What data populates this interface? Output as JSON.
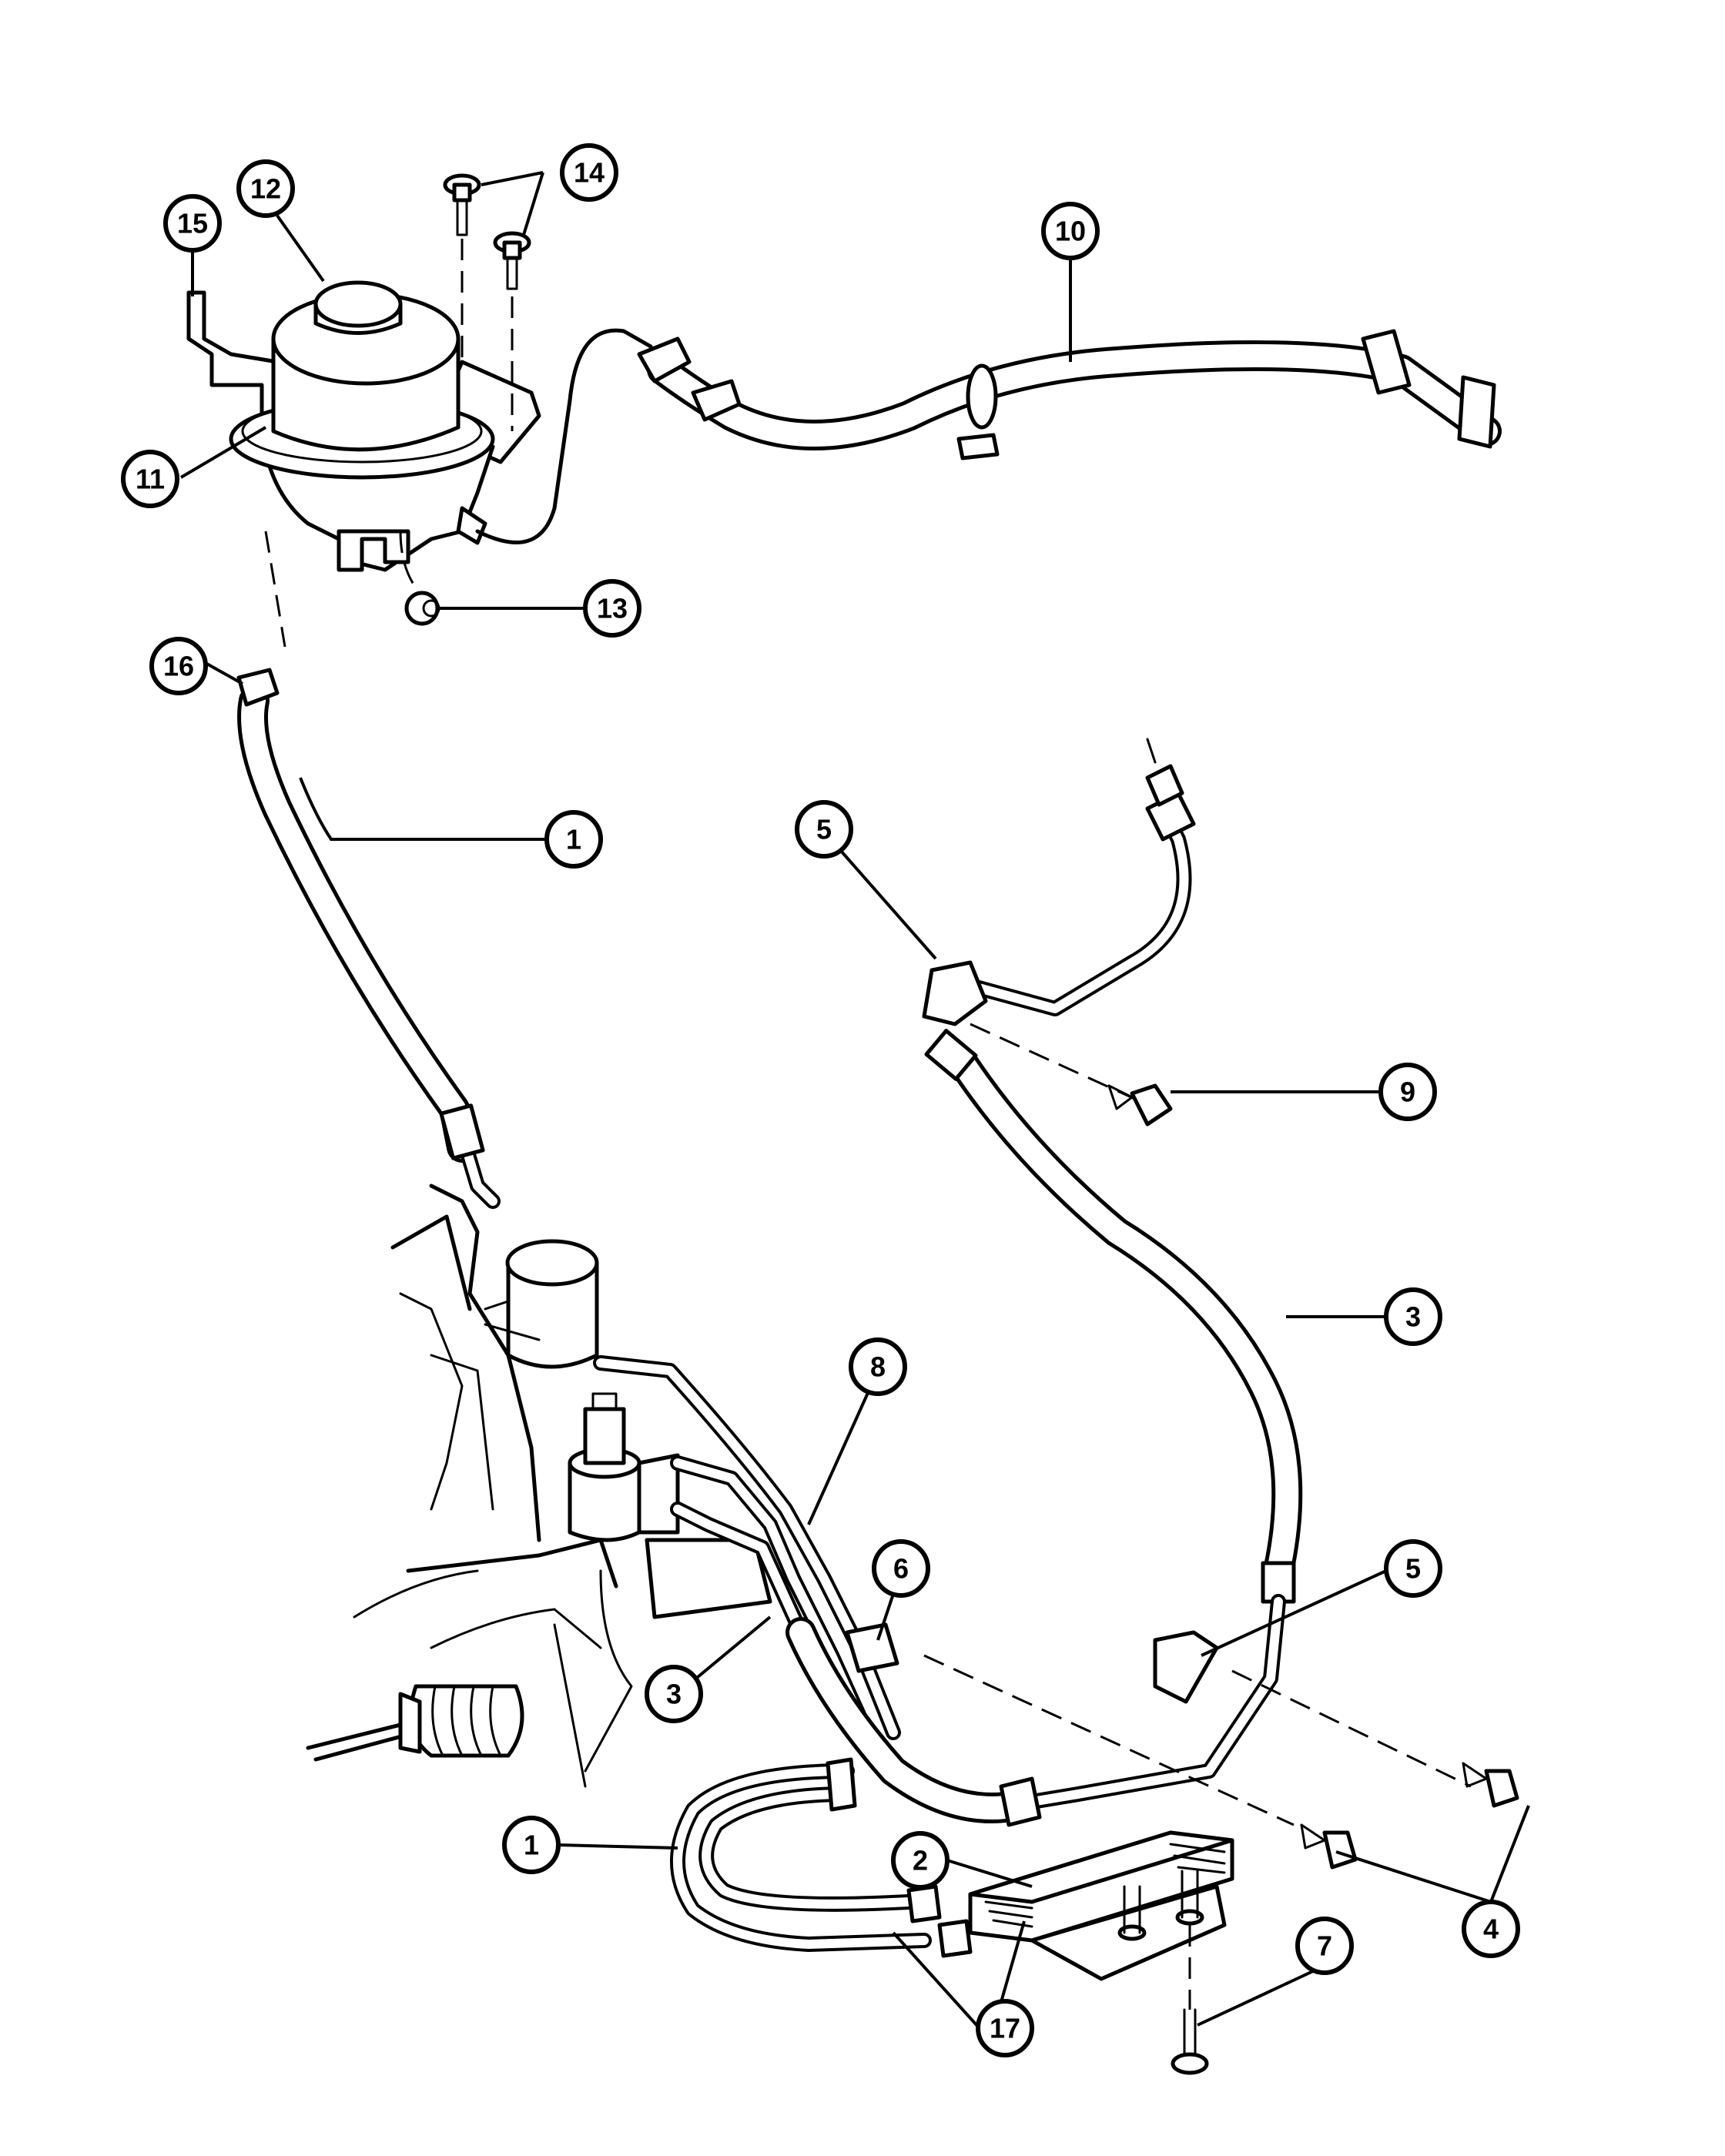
{
  "diagram": {
    "callouts": [
      {
        "id": "c1a",
        "label": "1"
      },
      {
        "id": "c1b",
        "label": "1"
      },
      {
        "id": "c2",
        "label": "2"
      },
      {
        "id": "c3a",
        "label": "3"
      },
      {
        "id": "c3b",
        "label": "3"
      },
      {
        "id": "c4",
        "label": "4"
      },
      {
        "id": "c5a",
        "label": "5"
      },
      {
        "id": "c5b",
        "label": "5"
      },
      {
        "id": "c6",
        "label": "6"
      },
      {
        "id": "c7",
        "label": "7"
      },
      {
        "id": "c8",
        "label": "8"
      },
      {
        "id": "c9",
        "label": "9"
      },
      {
        "id": "c10",
        "label": "10"
      },
      {
        "id": "c11",
        "label": "11"
      },
      {
        "id": "c12",
        "label": "12"
      },
      {
        "id": "c13",
        "label": "13"
      },
      {
        "id": "c14",
        "label": "14"
      },
      {
        "id": "c15",
        "label": "15"
      },
      {
        "id": "c16",
        "label": "16"
      },
      {
        "id": "c17",
        "label": "17"
      }
    ]
  }
}
